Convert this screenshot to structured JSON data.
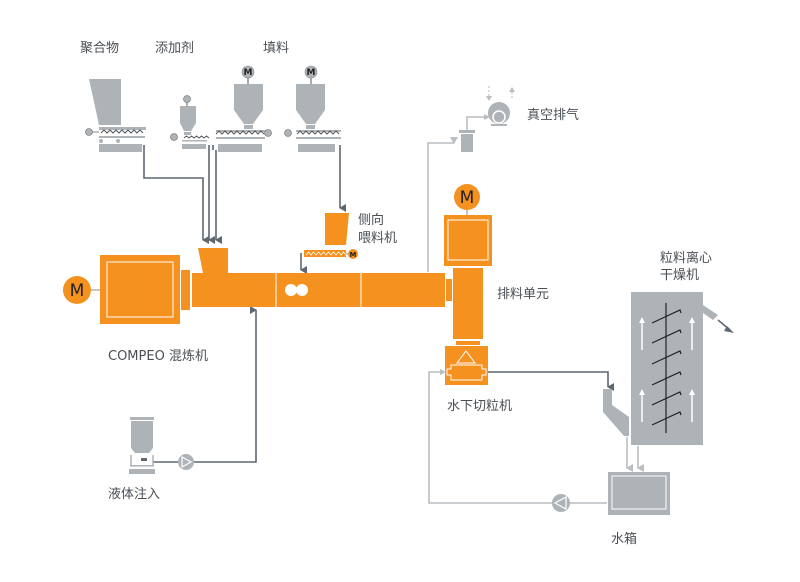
{
  "labels": {
    "polymer": "聚合物",
    "additive": "添加剂",
    "filler": "填料",
    "side_feeder_line1": "侧向",
    "side_feeder_line2": "喂料机",
    "vacuum": "真空排气",
    "discharge": "排料单元",
    "compounder": "COMPEO 混炼机",
    "pelletizer": "水下切粒机",
    "dryer_line1": "粒料离心",
    "dryer_line2": "干燥机",
    "liquid": "液体注入",
    "water_tank": "水箱",
    "motor": "M"
  },
  "colors": {
    "orange": "#f5911e",
    "gray": "#aeb3b7",
    "dark_line": "#5f6770",
    "light_line": "#b9bec2"
  }
}
